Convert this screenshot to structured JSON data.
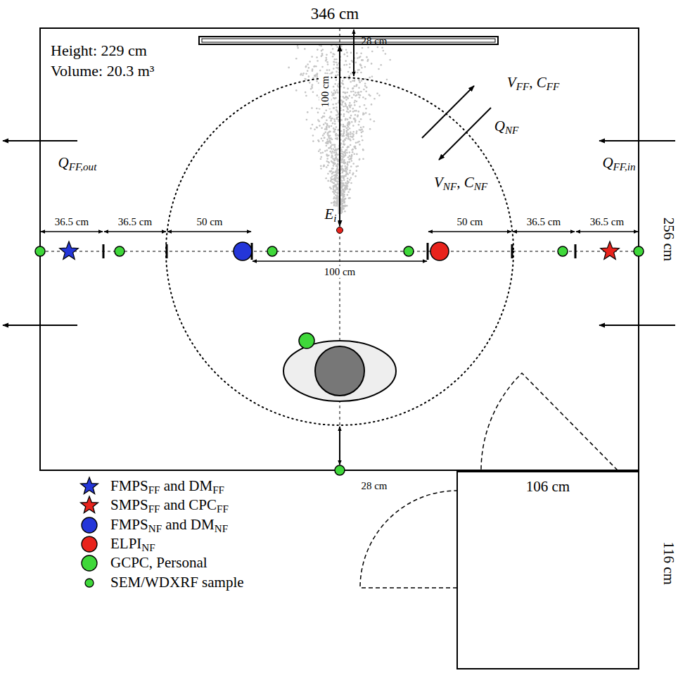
{
  "diagram": {
    "labels": [
      "346 cm",
      "Height: 229 cm",
      "Volume: 20.3 m³",
      "28 cm",
      "100 cm",
      "VFF, CFF",
      "QNF",
      "VNF, CNF",
      "QFF,out",
      "QFF,in",
      "Ei",
      "36.5 cm",
      "36.5 cm",
      "50 cm",
      "50 cm",
      "36.5 cm",
      "36.5 cm",
      "100 cm",
      "256 cm",
      "28 cm",
      "106 cm",
      "116 cm"
    ],
    "legend": [
      {
        "text": "FMPSFF and DMFF"
      },
      {
        "text": "SMPSFF and CPCFF"
      },
      {
        "text": "FMPSNF and DMNF"
      },
      {
        "text": "ELPINF"
      },
      {
        "text": "GCPC, Personal"
      },
      {
        "text": "SEM/WDXRF sample"
      }
    ]
  }
}
